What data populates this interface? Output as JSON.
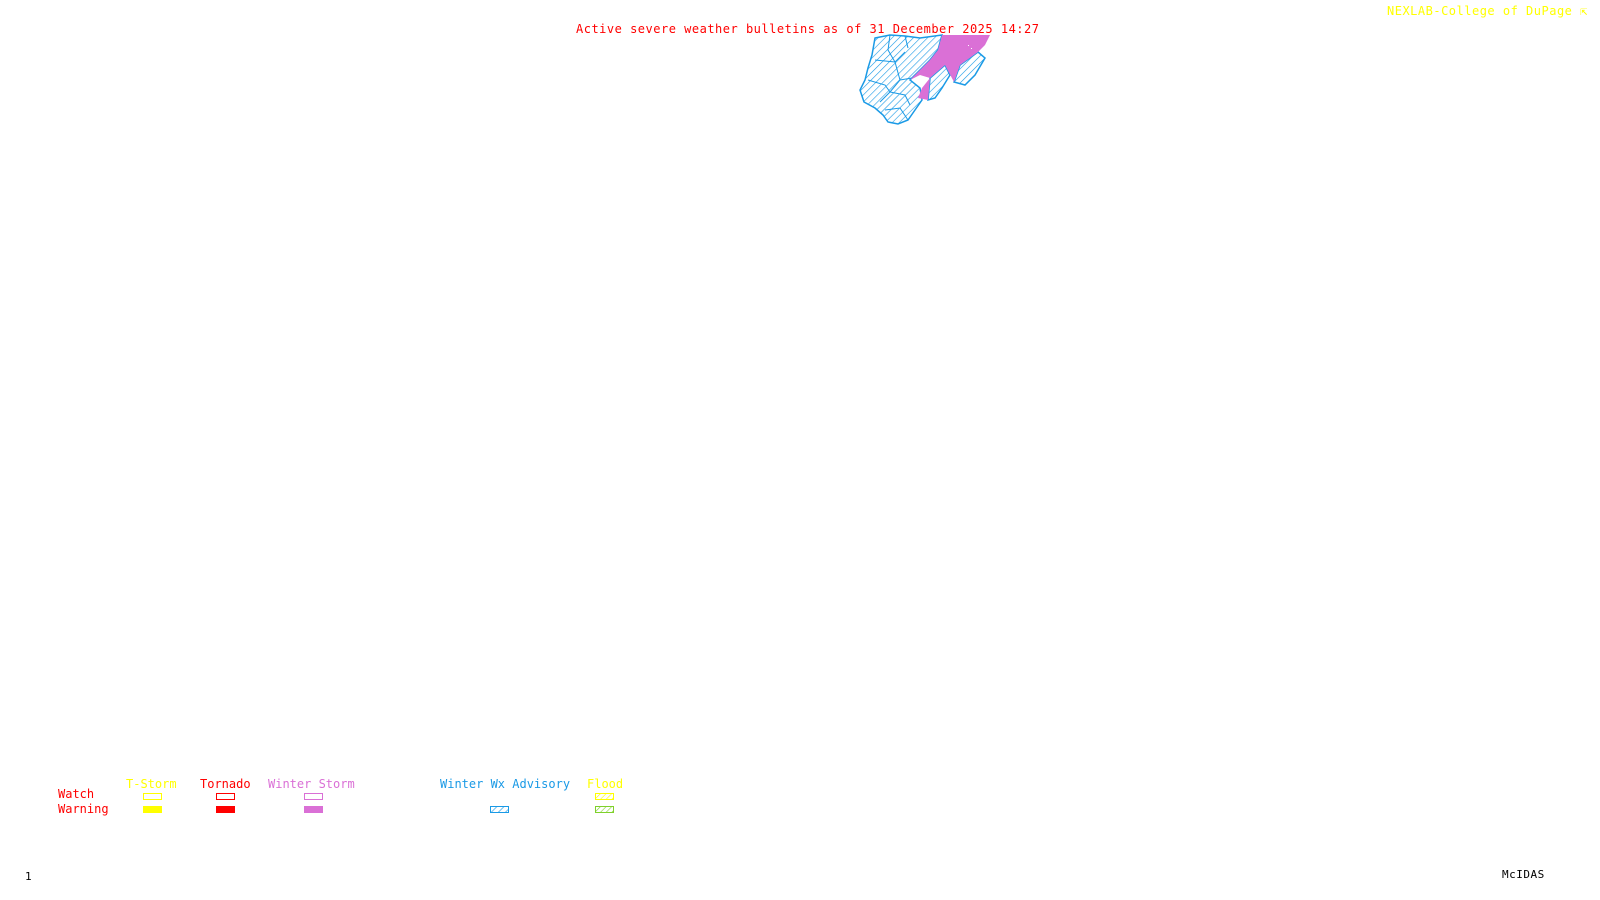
{
  "header": {
    "title": "Active severe weather bulletins as of 31 December 2025 14:27",
    "credit": "NEXLAB-College of DuPage",
    "credit_icon": "cursor-arrow-icon"
  },
  "footer": {
    "frame_number": "1",
    "software_label": "McIDAS"
  },
  "map": {
    "regions": [
      {
        "type": "Winter Weather Advisory",
        "style": "hatched",
        "color": "#1a9ae6"
      },
      {
        "type": "Winter Storm Warning",
        "style": "filled",
        "color": "#da70d6"
      }
    ]
  },
  "legend": {
    "rows": [
      "Watch",
      "Warning"
    ],
    "columns": [
      {
        "label": "T-Storm",
        "color": "#ffff00",
        "watch": "outline",
        "warning": "filled"
      },
      {
        "label": "Tornado",
        "color": "#ff0000",
        "watch": "outline",
        "warning": "filled"
      },
      {
        "label": "Winter Storm",
        "color": "#da70d6",
        "watch": "outline",
        "warning": "filled"
      },
      {
        "label": "Winter Wx Advisory",
        "color": "#1a9ae6",
        "watch": null,
        "warning": "hatched"
      },
      {
        "label": "Flood",
        "color": "#ffff00",
        "watch": "hatched",
        "warning": "hatched-green",
        "warning_color": "#7fd12b"
      }
    ]
  }
}
